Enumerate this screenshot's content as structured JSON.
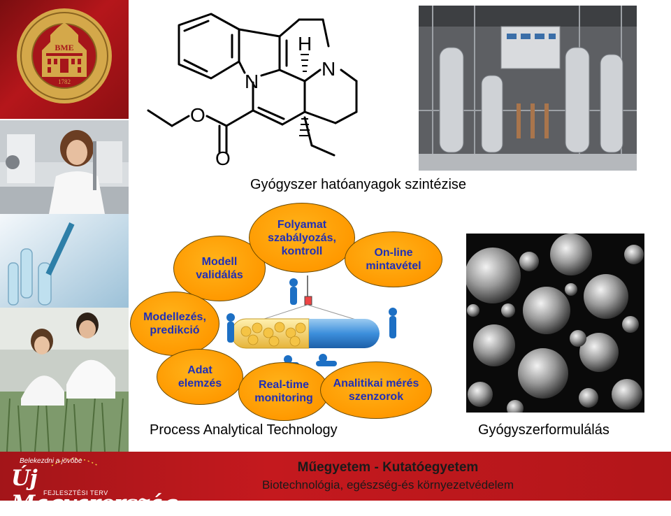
{
  "captions": {
    "synthesis": "Gyógyszer hatóanyagok szintézise",
    "pat": "Process Analytical Technology",
    "formulation": "Gyógyszerformulálás"
  },
  "molecule_atoms": {
    "n1": "N",
    "n2": "N",
    "h": "H",
    "o1": "O",
    "o2": "O"
  },
  "bubbles": {
    "model_validation": "Modell\nvalidálás",
    "process_control": "Folyamat\nszabályozás,\nkontroll",
    "online_sampling": "On-line\nmintavétel",
    "modeling": "Modellezés,\npredikció",
    "data_analysis": "Adat\nelemzés",
    "realtime": "Real-time\nmonitoring",
    "analytical": "Analitikai mérés\nszenzorok"
  },
  "seal": {
    "name": "BME",
    "year": "1782"
  },
  "footer": {
    "title": "Műegyetem - Kutatóegyetem",
    "subtitle": "Biotechnológia, egészség-és környezetvédelem",
    "logo_small": "Belekezdni a jövőbe",
    "logo_main": "Új Magyarország",
    "logo_sub": "FEJLESZTÉSI TERV"
  },
  "colors": {
    "bubble_fill": "#ff9900",
    "bubble_text": "#1f2fb8",
    "footer_red": "#c4191e",
    "seal_gold": "#d4a84a"
  }
}
